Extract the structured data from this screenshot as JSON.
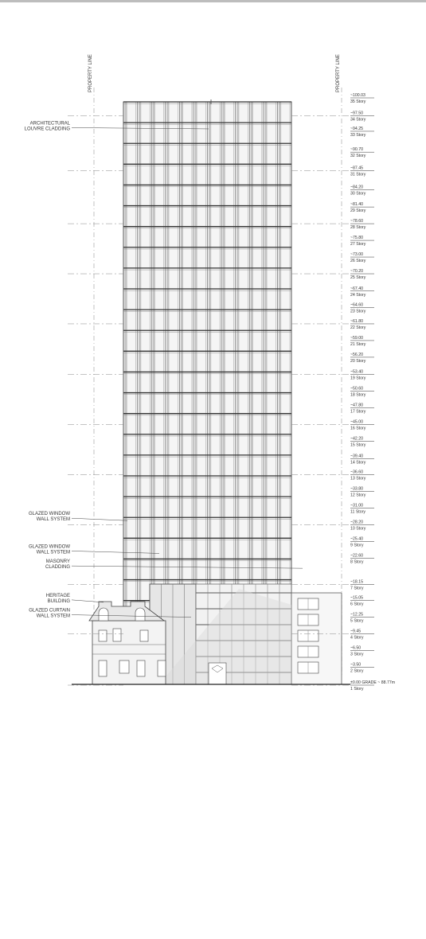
{
  "property_line_label": "PROPERTY LINE",
  "callouts": [
    {
      "lines": [
        "ARCHITECTURAL",
        "LOUVRE CLADDING"
      ]
    },
    {
      "lines": [
        "GLAZED WINDOW",
        "WALL SYSTEM"
      ]
    },
    {
      "lines": [
        "GLAZED WINDOW",
        "WALL SYSTEM"
      ]
    },
    {
      "lines": [
        "MASONRY",
        "CLADDING"
      ]
    },
    {
      "lines": [
        "HERITAGE",
        "BUILDING"
      ]
    },
    {
      "lines": [
        "GLAZED CURTAIN",
        "WALL SYSTEM"
      ]
    }
  ],
  "levels": [
    {
      "elev": "~100.03",
      "story": "35 Story"
    },
    {
      "elev": "~97.50",
      "story": "34 Story"
    },
    {
      "elev": "~94.25",
      "story": "33 Story"
    },
    {
      "elev": "~90.70",
      "story": "32 Story"
    },
    {
      "elev": "~87.45",
      "story": "31 Story"
    },
    {
      "elev": "~84.20",
      "story": "30 Story"
    },
    {
      "elev": "~81.40",
      "story": "29 Story"
    },
    {
      "elev": "~78.60",
      "story": "28 Story"
    },
    {
      "elev": "~75.80",
      "story": "27 Story"
    },
    {
      "elev": "~73.00",
      "story": "26 Story"
    },
    {
      "elev": "~70.20",
      "story": "25 Story"
    },
    {
      "elev": "~67.40",
      "story": "24 Story"
    },
    {
      "elev": "~64.60",
      "story": "23 Story"
    },
    {
      "elev": "~61.80",
      "story": "22 Story"
    },
    {
      "elev": "~59.00",
      "story": "21 Story"
    },
    {
      "elev": "~56.20",
      "story": "20 Story"
    },
    {
      "elev": "~53.40",
      "story": "19 Story"
    },
    {
      "elev": "~50.60",
      "story": "18 Story"
    },
    {
      "elev": "~47.80",
      "story": "17 Story"
    },
    {
      "elev": "~45.00",
      "story": "16 Story"
    },
    {
      "elev": "~42.20",
      "story": "15 Story"
    },
    {
      "elev": "~39.40",
      "story": "14 Story"
    },
    {
      "elev": "~36.60",
      "story": "13 Story"
    },
    {
      "elev": "~33.80",
      "story": "12 Story"
    },
    {
      "elev": "~31.00",
      "story": "11 Story"
    },
    {
      "elev": "~28.20",
      "story": "10 Story"
    },
    {
      "elev": "~25.40",
      "story": "9 Story"
    },
    {
      "elev": "~22.60",
      "story": "8 Story"
    },
    {
      "elev": "~18.15",
      "story": "7 Story"
    },
    {
      "elev": "~15.05",
      "story": "6 Story"
    },
    {
      "elev": "~12.25",
      "story": "5 Story"
    },
    {
      "elev": "~9.45",
      "story": "4 Story"
    },
    {
      "elev": "~6.50",
      "story": "3 Story"
    },
    {
      "elev": "~3.50",
      "story": "2 Story"
    },
    {
      "elev": "±0.00 GRADE ~ 88.77m",
      "story": "1 Story"
    }
  ]
}
